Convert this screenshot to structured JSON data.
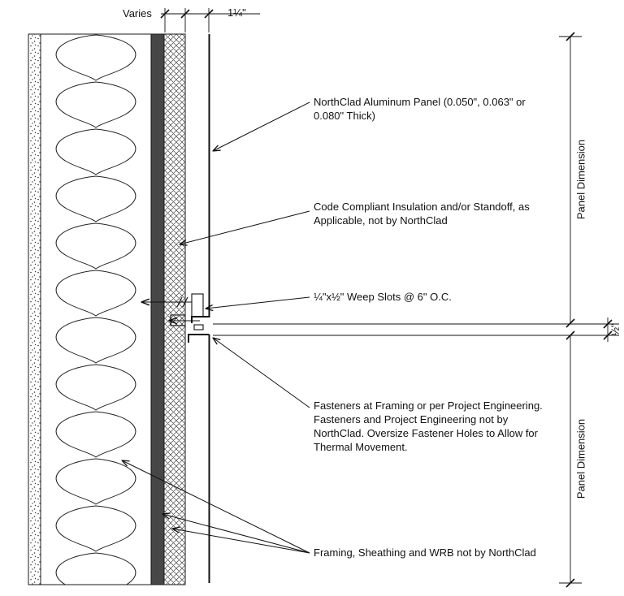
{
  "drawing": {
    "dimensions": {
      "varies": "Varies",
      "offset": "1¼\"",
      "panel_dimension_top": "Panel Dimension",
      "panel_dimension_bottom": "Panel Dimension",
      "joint_gap": "½\""
    },
    "annotations": {
      "panel": "NorthClad Aluminum Panel (0.050\", 0.063\" or 0.080\" Thick)",
      "insulation": "Code Compliant Insulation and/or Standoff, as Applicable, not by NorthClad",
      "weep_slots": "¼\"x½\" Weep Slots @ 6\" O.C.",
      "fasteners": "Fasteners at Framing or per Project Engineering. Fasteners and Project Engineering not by NorthClad.  Oversize Fastener Holes to Allow for Thermal Movement.",
      "framing": "Framing, Sheathing and WRB not by NorthClad"
    },
    "colors": {
      "line": "#1a1a1a",
      "sheathing_fill": "#474747"
    }
  }
}
